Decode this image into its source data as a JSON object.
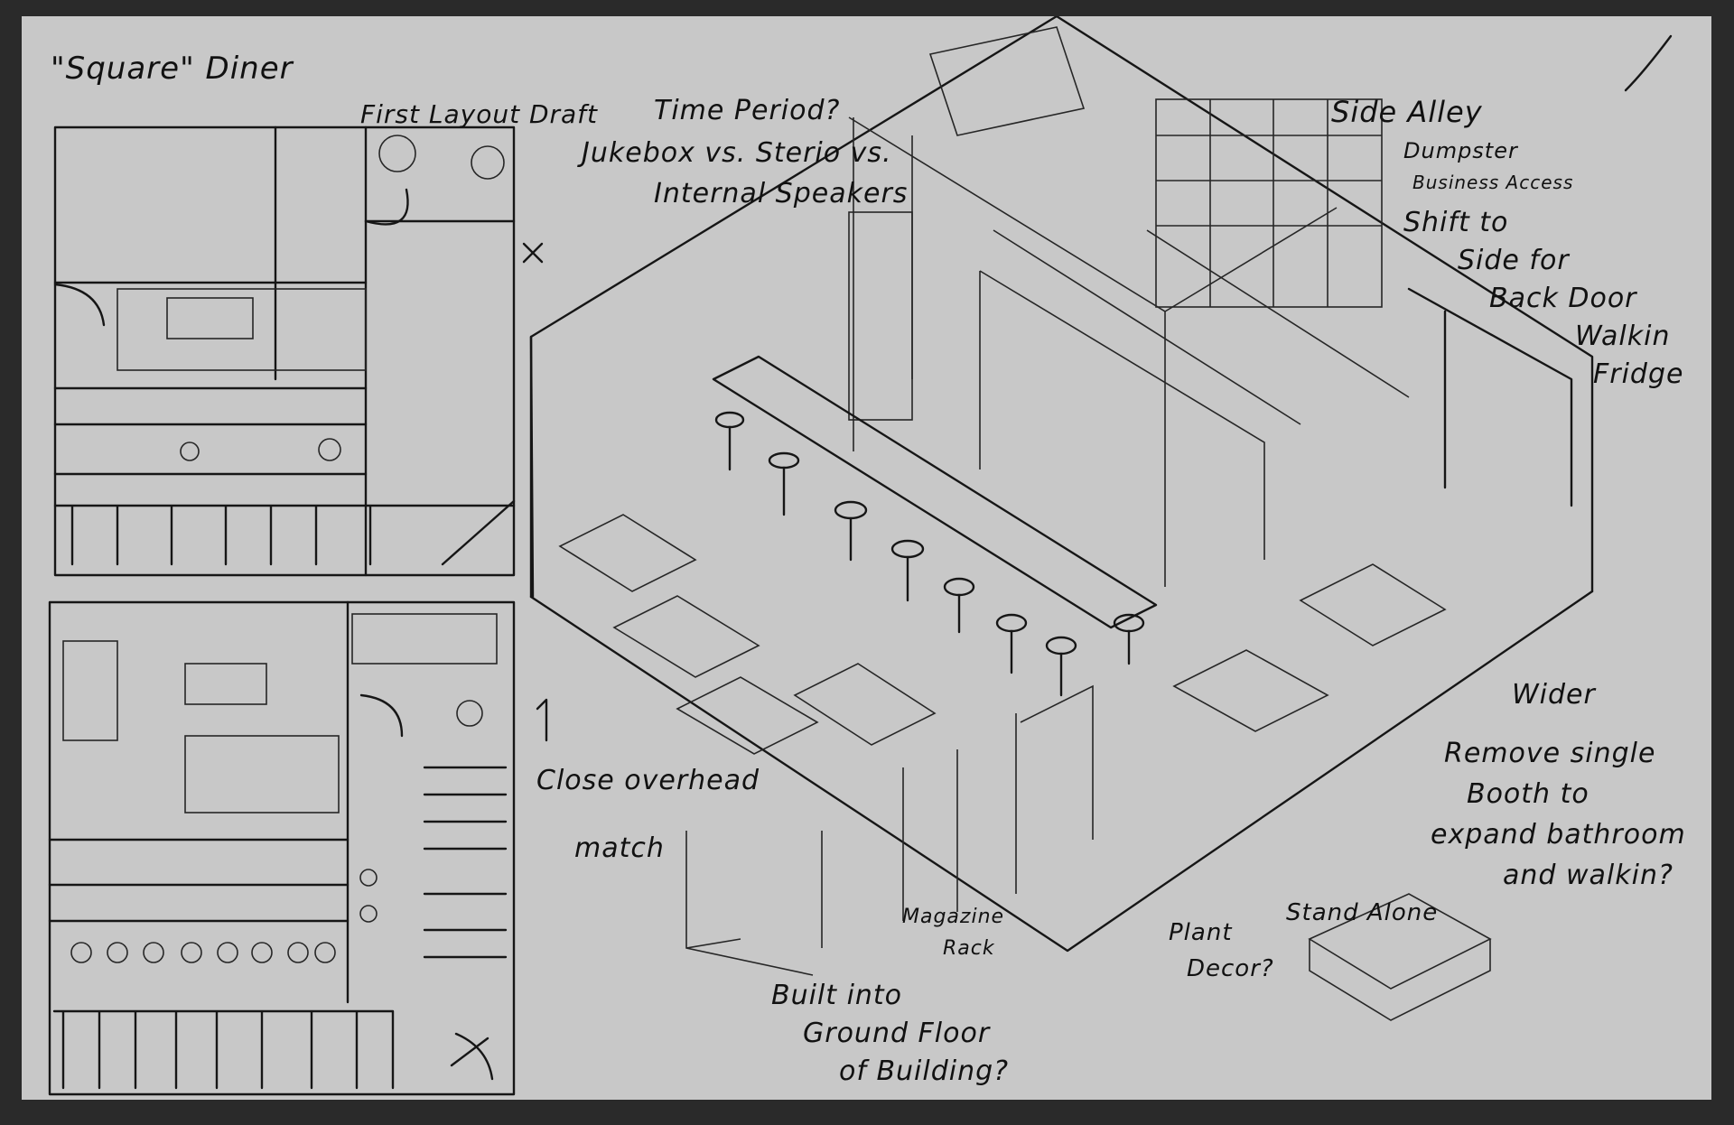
{
  "title": "\"Square\" Diner",
  "notes": {
    "first_layout": "First Layout Draft",
    "time_period": "Time Period?",
    "jukebox": "Jukebox vs. Sterio vs.",
    "internal_speakers": "Internal Speakers",
    "side_alley": "Side Alley",
    "dumpster": "Dumpster",
    "business_access": "Business Access",
    "shift_to": "Shift to",
    "side_for": "Side for",
    "back_door": "Back Door",
    "walkin": "Walkin",
    "fridge": "Fridge",
    "wider": "Wider",
    "remove_single": "Remove single",
    "booth_to": "Booth to",
    "expand_bathroom": "expand bathroom",
    "and_walkin": "and walkin?",
    "stand_alone": "Stand Alone",
    "plant": "Plant",
    "decor": "Decor?",
    "magazine": "Magazine",
    "rack": "Rack",
    "built_into": "Built into",
    "ground_floor": "Ground Floor",
    "of_building": "of Building?",
    "close_overhead": "Close overhead",
    "match": "match"
  },
  "colors": {
    "paper": "#c8c8c8",
    "ink": "#161616",
    "frame": "#2a2a2a"
  }
}
